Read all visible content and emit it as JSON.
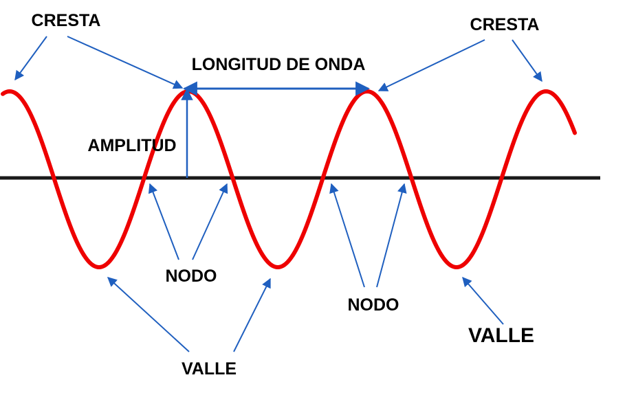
{
  "labels": {
    "crest": "CRESTA",
    "wavelength": "LONGITUD DE ONDA",
    "amplitude": "AMPLITUD",
    "node": "NODO",
    "trough": "VALLE"
  },
  "colors": {
    "wave": "#ee0000",
    "axis": "#1a1a1a",
    "arrow": "#1f5fbf",
    "text": "#000000"
  }
}
